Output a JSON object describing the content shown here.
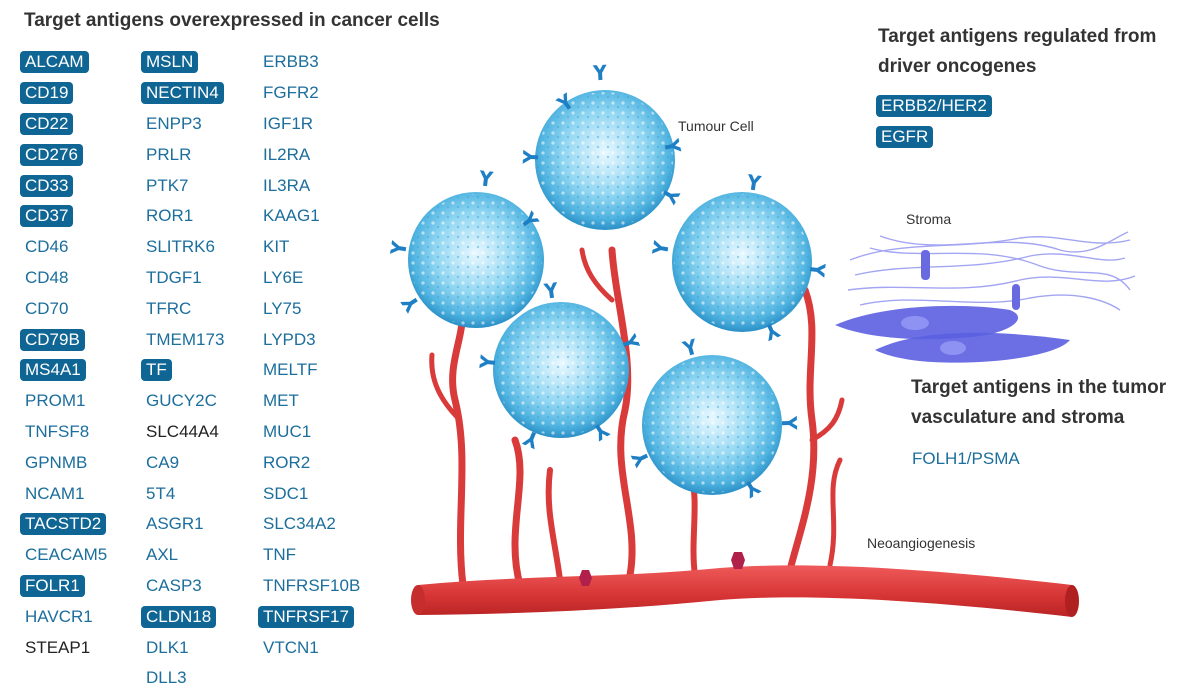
{
  "headings": {
    "overexpressed": "Target antigens overexpressed in cancer cells",
    "oncogenes": "Target antigens regulated from driver oncogenes",
    "vasculature": "Target antigens in the tumor vasculature and stroma"
  },
  "colors": {
    "highlight_bg": "#0f6593",
    "blue_text": "#1c6e9c",
    "dark_text": "#222222",
    "vessel": "#d93a3a",
    "cell": "#6ec8ea",
    "receptor": "#1f7fc4",
    "stroma": "#6a6ae0"
  },
  "columns": [
    [
      {
        "label": "ALCAM",
        "style": "highlight"
      },
      {
        "label": "CD19",
        "style": "highlight"
      },
      {
        "label": "CD22",
        "style": "highlight"
      },
      {
        "label": "CD276",
        "style": "highlight"
      },
      {
        "label": "CD33",
        "style": "highlight"
      },
      {
        "label": "CD37",
        "style": "highlight"
      },
      {
        "label": "CD46",
        "style": "blue"
      },
      {
        "label": "CD48",
        "style": "blue"
      },
      {
        "label": "CD70",
        "style": "blue"
      },
      {
        "label": "CD79B",
        "style": "highlight"
      },
      {
        "label": "MS4A1",
        "style": "highlight"
      },
      {
        "label": "PROM1",
        "style": "blue"
      },
      {
        "label": "TNFSF8",
        "style": "blue"
      },
      {
        "label": "GPNMB",
        "style": "blue"
      },
      {
        "label": "NCAM1",
        "style": "blue"
      },
      {
        "label": "TACSTD2",
        "style": "highlight"
      },
      {
        "label": "CEACAM5",
        "style": "blue"
      },
      {
        "label": "FOLR1",
        "style": "highlight"
      },
      {
        "label": "HAVCR1",
        "style": "blue"
      },
      {
        "label": "STEAP1",
        "style": "dark"
      }
    ],
    [
      {
        "label": "MSLN",
        "style": "highlight"
      },
      {
        "label": "NECTIN4",
        "style": "highlight"
      },
      {
        "label": "ENPP3",
        "style": "blue"
      },
      {
        "label": "PRLR",
        "style": "blue"
      },
      {
        "label": "PTK7",
        "style": "blue"
      },
      {
        "label": "ROR1",
        "style": "blue"
      },
      {
        "label": "SLITRK6",
        "style": "blue"
      },
      {
        "label": "TDGF1",
        "style": "blue"
      },
      {
        "label": "TFRC",
        "style": "blue"
      },
      {
        "label": "TMEM173",
        "style": "blue"
      },
      {
        "label": "TF",
        "style": "highlight"
      },
      {
        "label": "GUCY2C",
        "style": "blue"
      },
      {
        "label": "SLC44A4",
        "style": "dark"
      },
      {
        "label": "CA9",
        "style": "blue"
      },
      {
        "label": "5T4",
        "style": "blue"
      },
      {
        "label": "ASGR1",
        "style": "blue"
      },
      {
        "label": "AXL",
        "style": "blue"
      },
      {
        "label": "CASP3",
        "style": "blue"
      },
      {
        "label": "CLDN18",
        "style": "highlight"
      },
      {
        "label": "DLK1",
        "style": "blue"
      },
      {
        "label": "DLL3",
        "style": "blue"
      }
    ],
    [
      {
        "label": "ERBB3",
        "style": "blue"
      },
      {
        "label": "FGFR2",
        "style": "blue"
      },
      {
        "label": "IGF1R",
        "style": "blue"
      },
      {
        "label": "IL2RA",
        "style": "blue"
      },
      {
        "label": "IL3RA",
        "style": "blue"
      },
      {
        "label": "KAAG1",
        "style": "blue"
      },
      {
        "label": "KIT",
        "style": "blue"
      },
      {
        "label": "LY6E",
        "style": "blue"
      },
      {
        "label": "LY75",
        "style": "blue"
      },
      {
        "label": "LYPD3",
        "style": "blue"
      },
      {
        "label": "MELTF",
        "style": "blue"
      },
      {
        "label": "MET",
        "style": "blue"
      },
      {
        "label": "MUC1",
        "style": "blue"
      },
      {
        "label": "ROR2",
        "style": "blue"
      },
      {
        "label": "SDC1",
        "style": "blue"
      },
      {
        "label": "SLC34A2",
        "style": "blue"
      },
      {
        "label": "TNF",
        "style": "blue"
      },
      {
        "label": "TNFRSF10B",
        "style": "blue"
      },
      {
        "label": "TNFRSF17",
        "style": "highlight"
      },
      {
        "label": "VTCN1",
        "style": "blue"
      }
    ]
  ],
  "oncogene_targets": [
    {
      "label": "ERBB2/HER2",
      "style": "highlight"
    },
    {
      "label": "EGFR",
      "style": "highlight"
    }
  ],
  "vasculature_targets": [
    {
      "label": "FOLH1/PSMA",
      "style": "blue"
    }
  ],
  "diagram_labels": {
    "tumour_cell": "Tumour Cell",
    "stroma": "Stroma",
    "neoangiogenesis": "Neoangiogenesis"
  }
}
